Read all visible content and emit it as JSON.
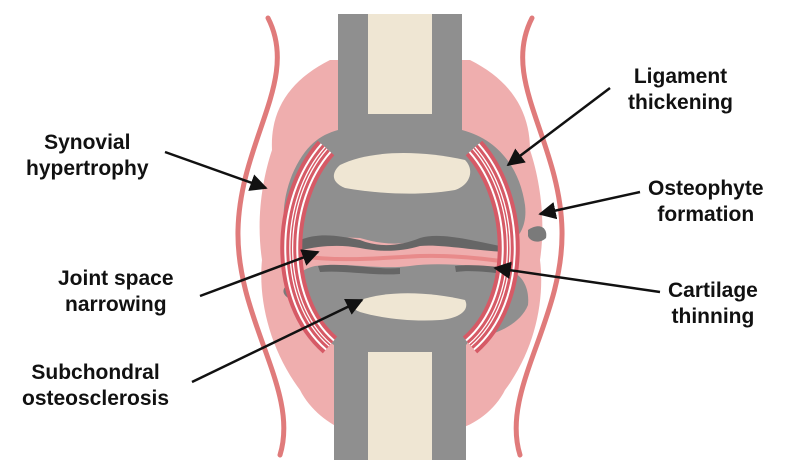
{
  "labels": {
    "synovial_hypertrophy": [
      "Synovial",
      "hypertrophy"
    ],
    "joint_space_narrowing": [
      "Joint space",
      "narrowing"
    ],
    "subchondral_osteosclerosis": [
      "Subchondral",
      "osteosclerosis"
    ],
    "ligament_thickening": [
      "Ligament",
      "thickening"
    ],
    "osteophyte_formation": [
      "Osteophyte",
      "formation"
    ],
    "cartilage_thinning": [
      "Cartilage",
      "thinning"
    ]
  },
  "colors": {
    "bone_gray": "#8f8f8f",
    "marrow": "#efe6d3",
    "synovium": "#efaeae",
    "capsule": "#e07b7b",
    "ligament": "#d65a66",
    "sclerosis": "#666666",
    "text": "#111111"
  }
}
